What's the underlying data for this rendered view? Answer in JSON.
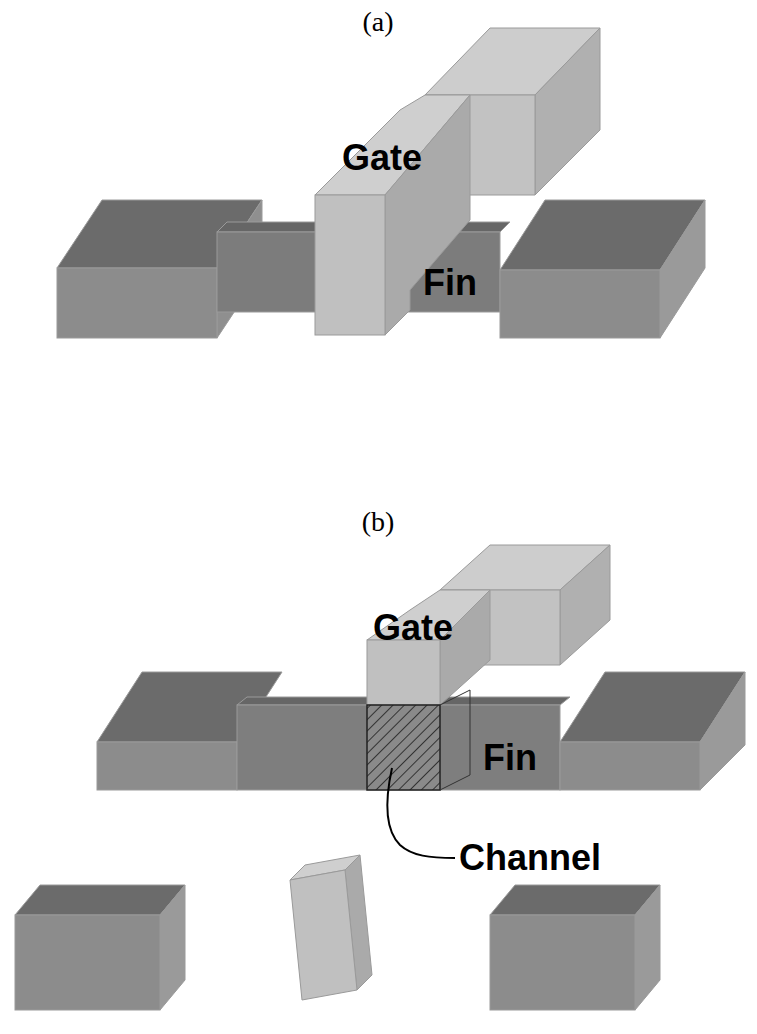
{
  "diagram": {
    "labels": [
      "(a)",
      "Gate",
      "Fin",
      "(b)",
      "Gate",
      "Fin",
      "Channel"
    ]
  }
}
